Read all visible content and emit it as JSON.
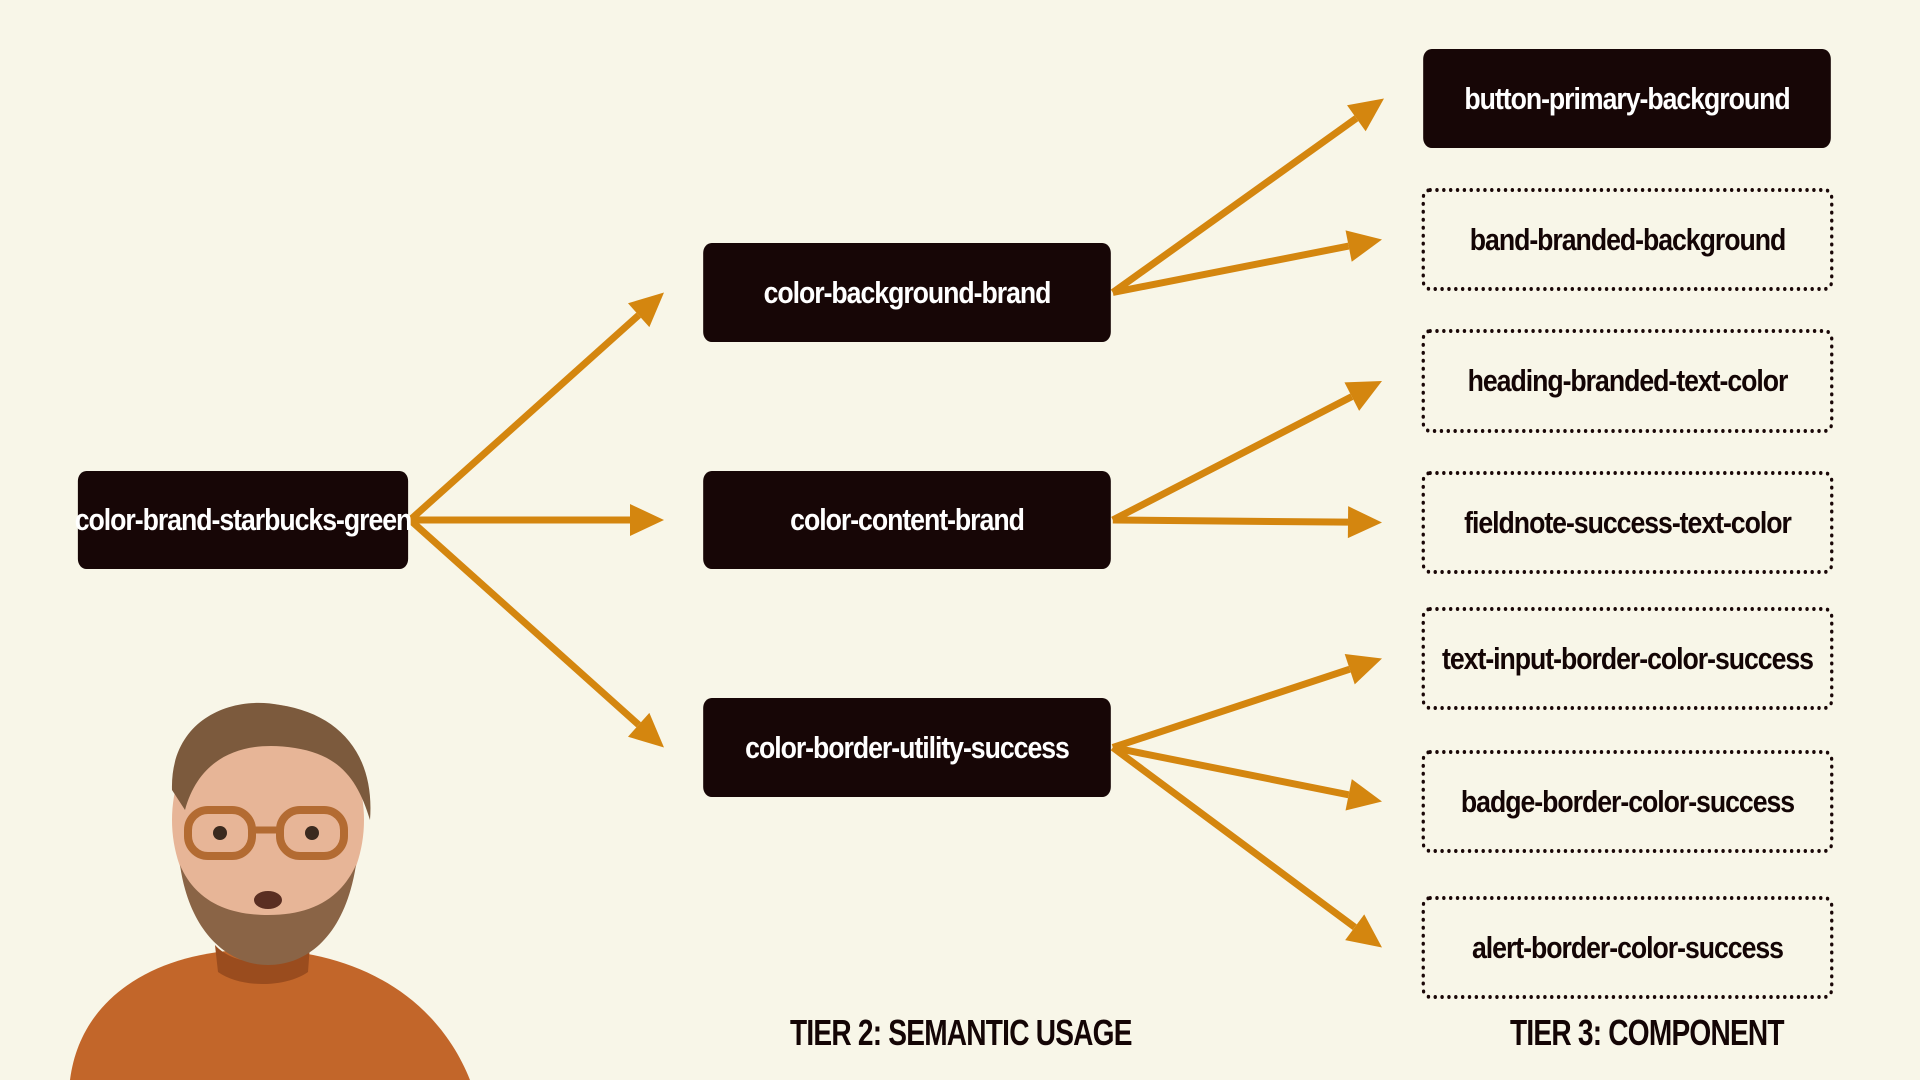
{
  "colors": {
    "background": "#f8f6e8",
    "arrow": "#d4860f",
    "node_fill": "#170606",
    "node_text": "#ffffff"
  },
  "diagram": {
    "tier1": {
      "token": "color-brand-starbucks-green"
    },
    "tier2": [
      {
        "token": "color-background-brand"
      },
      {
        "token": "color-content-brand"
      },
      {
        "token": "color-border-utility-success"
      }
    ],
    "tier3": [
      {
        "token": "button-primary-background",
        "style": "solid"
      },
      {
        "token": "band-branded-background",
        "style": "dashed"
      },
      {
        "token": "heading-branded-text-color",
        "style": "dashed"
      },
      {
        "token": "fieldnote-success-text-color",
        "style": "dashed"
      },
      {
        "token": "text-input-border-color-success",
        "style": "dashed"
      },
      {
        "token": "badge-border-color-success",
        "style": "dashed"
      },
      {
        "token": "alert-border-color-success",
        "style": "dashed"
      }
    ],
    "edges": [
      [
        "tier1",
        "tier2.0"
      ],
      [
        "tier1",
        "tier2.1"
      ],
      [
        "tier1",
        "tier2.2"
      ],
      [
        "tier2.0",
        "tier3.0"
      ],
      [
        "tier2.0",
        "tier3.1"
      ],
      [
        "tier2.1",
        "tier3.2"
      ],
      [
        "tier2.1",
        "tier3.3"
      ],
      [
        "tier2.2",
        "tier3.4"
      ],
      [
        "tier2.2",
        "tier3.5"
      ],
      [
        "tier2.2",
        "tier3.6"
      ]
    ],
    "tier2_caption": "TIER 2: SEMANTIC USAGE",
    "tier3_caption": "TIER 3: COMPONENT"
  },
  "presenter": {
    "icon": "person-webcam-icon"
  }
}
